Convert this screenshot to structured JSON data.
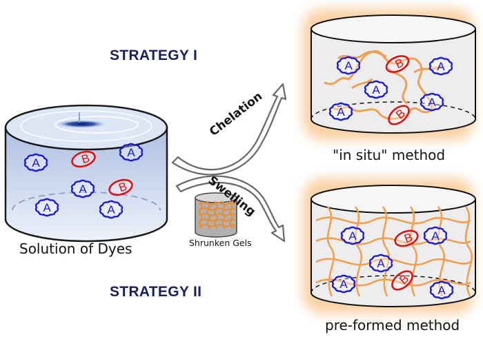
{
  "strategies": {
    "one": "STRATEGY I",
    "two": "STRATEGY II"
  },
  "labels": {
    "solution": "Solution of Dyes",
    "shrunken": "Shrunken Gels",
    "in_situ": "\"in situ\" method",
    "pre_formed": "pre-formed method",
    "chelation": "Chelation",
    "swelling": "Swelling"
  },
  "dyes": {
    "a": "A",
    "b": "B"
  },
  "colors": {
    "title": "#1a1f5c",
    "dye_a": "#1a1adc",
    "dye_b": "#e01010",
    "gel": "#f0a050",
    "glow": "#f7c48a",
    "water_top": "#b9c9e6",
    "water_bottom": "#e6ecf7"
  }
}
